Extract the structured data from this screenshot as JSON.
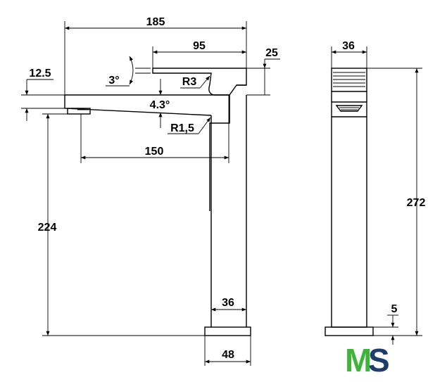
{
  "dimensions": {
    "overall_length": "185",
    "handle_length": "95",
    "handle_angle": "3°",
    "handle_height": "25",
    "spout_thickness": "12.5",
    "spout_radius": "R3",
    "spout_angle": "4.3°",
    "inner_radius": "R1,5",
    "reach": "150",
    "spout_height": "224",
    "body_width": "36",
    "base_width": "48",
    "side_width": "36",
    "total_height": "272",
    "base_height": "5"
  },
  "logo": {
    "left": "M",
    "right": "S",
    "colors": {
      "left": "#3db53a",
      "right": "#1f3c6e"
    }
  }
}
